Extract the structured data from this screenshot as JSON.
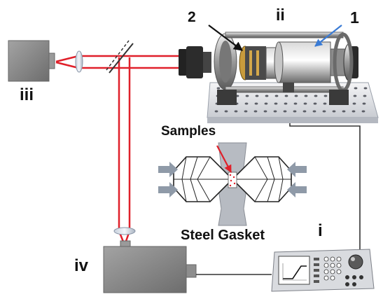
{
  "labels": {
    "one": "1",
    "two": "2",
    "ii": "ii",
    "iii": "iii",
    "samples": "Samples",
    "steel_gasket": "Steel Gasket",
    "i": "i",
    "iv": "iv"
  },
  "colors": {
    "laser": "#e0202a",
    "steel": "#9aa0a6",
    "dark_metal": "#3b3b3b",
    "camera_grey": "#8a8a8a",
    "diamond_line": "#222222",
    "pressure_arrow": "#8f9aa8",
    "cable": "#333333",
    "pointer_blue": "#3a7bd5"
  },
  "icons": {
    "detector": "camera-box-icon",
    "spectrometer": "spectrometer-box-icon",
    "generator": "function-generator-icon",
    "cell": "diamond-anvil-cell-icon"
  }
}
